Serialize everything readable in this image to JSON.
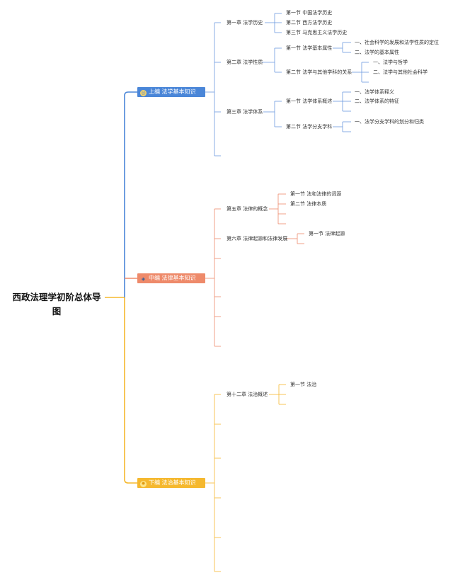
{
  "root": "西政法理学初阶总体导图",
  "branches": [
    {
      "label": "上编  法学基本知识",
      "icon": "globe-icon",
      "color": "#4a86d8",
      "chapters": [
        {
          "label": "第一章  法学历史",
          "sections": [
            {
              "label": "第一节  中国法学历史",
              "items": []
            },
            {
              "label": "第二节  西方法学历史",
              "items": []
            },
            {
              "label": "第三节  马克思主义法学历史",
              "items": []
            }
          ]
        },
        {
          "label": "第二章  法学性质",
          "sections": [
            {
              "label": "第一节  法学基本属性",
              "items": [
                "一、社会科学的发展和法学性质的定位",
                "二、法学的基本属性"
              ]
            },
            {
              "label": "第二节  法学与其他学科的关系",
              "items": [
                "一、法学与哲学",
                "二、法学与其他社会科学"
              ]
            }
          ]
        },
        {
          "label": "第三章  法学体系",
          "sections": [
            {
              "label": "第一节  法学体系概述",
              "items": [
                "一、法学体系释义",
                "二、法学体系的特征"
              ]
            },
            {
              "label": "第二节  法学分支学科",
              "items": [
                "一、法学分支学科的划分和归类"
              ]
            }
          ]
        }
      ]
    },
    {
      "label": "中编  法律基本知识",
      "icon": "compass-icon",
      "color": "#ee8a6a",
      "chapters": [
        {
          "label": "第五章  法律的概念",
          "sections": [
            {
              "label": "第一节  法和法律的词源",
              "items": []
            },
            {
              "label": "第二节  法律本质",
              "items": []
            }
          ]
        },
        {
          "label": "第六章  法律起源和法律发展",
          "sections": [
            {
              "label": "第一节  法律起源",
              "items": []
            }
          ]
        }
      ]
    },
    {
      "label": "下编  法治基本知识",
      "icon": "sun-icon",
      "color": "#f5b82e",
      "chapters": [
        {
          "label": "第十二章  法治概述",
          "sections": [
            {
              "label": "第一节  法治",
              "items": []
            }
          ]
        }
      ]
    }
  ]
}
